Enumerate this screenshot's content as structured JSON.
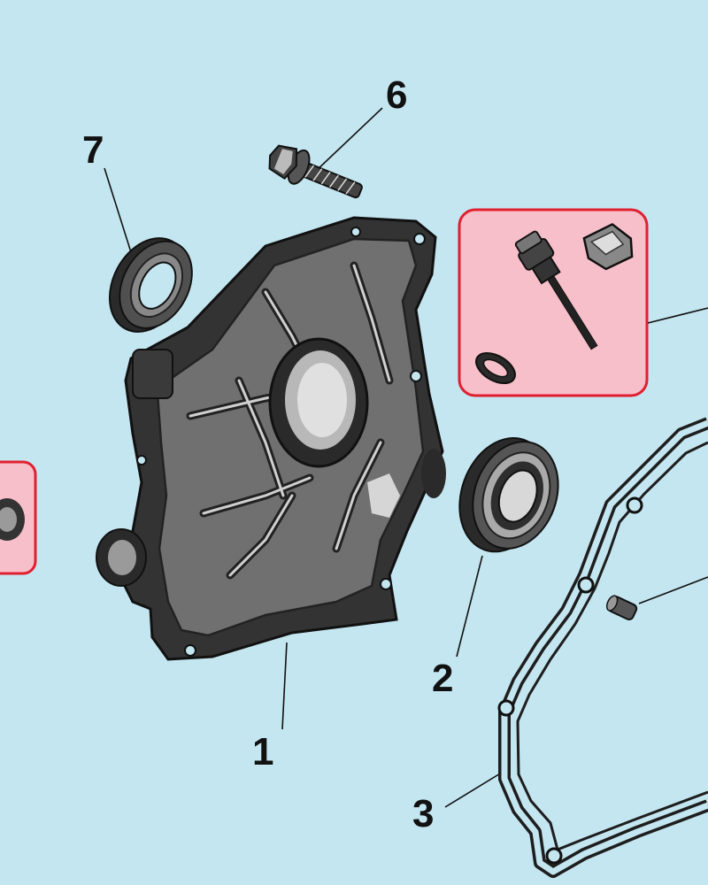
{
  "labels": {
    "part_1": "1",
    "part_2": "2",
    "part_3": "3",
    "part_6": "6",
    "part_7": "7"
  },
  "colors": {
    "background": "#c4e6f0",
    "highlight_fill": "#f7bfc9",
    "highlight_border": "#e02030",
    "part_dark": "#2e2e2e",
    "part_mid": "#6e6e6e"
  },
  "icons": [
    "crankcase-cover",
    "ball-bearing",
    "gasket",
    "flange-bolt",
    "oil-seal",
    "dowel-pin",
    "oil-drain-plug",
    "washer"
  ]
}
